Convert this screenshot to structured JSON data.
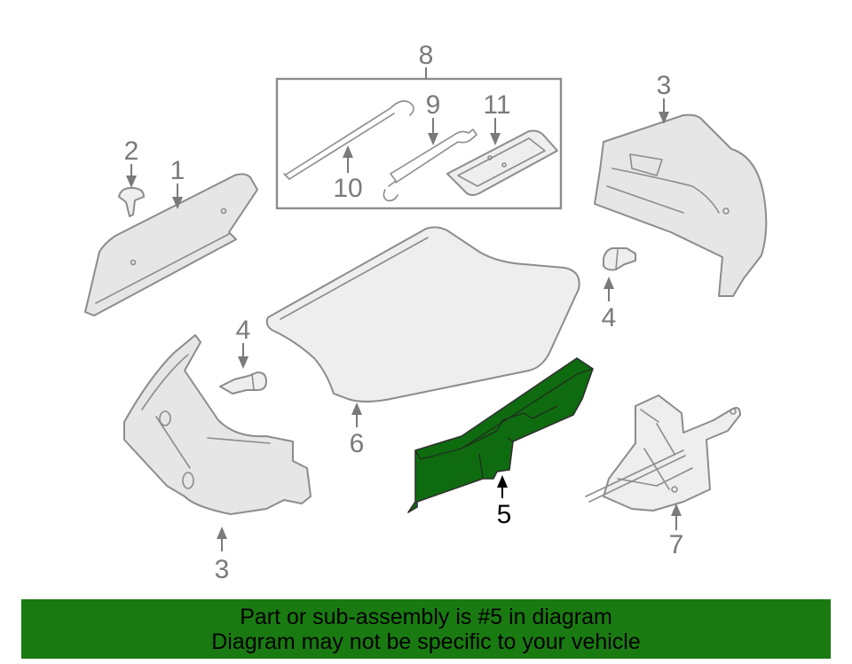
{
  "callouts": {
    "c8": "8",
    "c9": "9",
    "c11": "11",
    "c10": "10",
    "c3_top": "3",
    "c2": "2",
    "c1": "1",
    "c4_right": "4",
    "c4_left": "4",
    "c6": "6",
    "c5": "5",
    "c7": "7",
    "c3_bottom": "3"
  },
  "banner": {
    "line1": "Part or sub-assembly is #5 in diagram",
    "line2": "Diagram may not be specific to your vehicle"
  },
  "colors": {
    "highlight_part": "#0f6b0f",
    "banner_background": "#1a7a12",
    "part_outline": "#8c8c8c",
    "part_fill": "#e6e6e6"
  }
}
